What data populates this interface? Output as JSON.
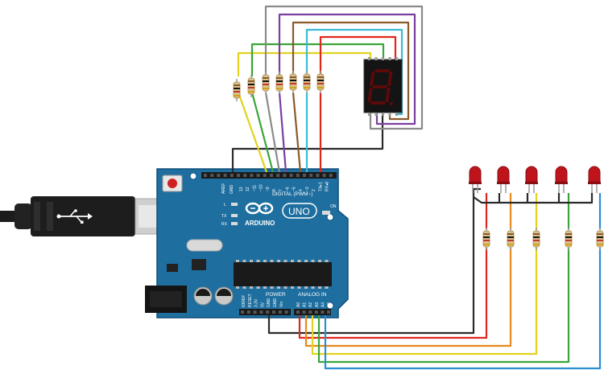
{
  "board": {
    "brand": "ARDUINO",
    "model": "UNO",
    "digital_header_label": "DIGITAL (PWM~)",
    "power_label": "POWER",
    "analog_label": "ANALOG IN",
    "on_label": "ON",
    "l_label": "L",
    "tx_label": "TX",
    "rx_label": "RX",
    "aref_label": "AREF",
    "gnd_label": "GND",
    "digital_pins": [
      "13",
      "12",
      "~11",
      "~10",
      "~9",
      "8",
      "7",
      "~6",
      "~5",
      "4",
      "~3",
      "2",
      "TX▸1",
      "RX◂0"
    ],
    "power_pins": [
      "IOREF",
      "RESET",
      "3.3V",
      "5V",
      "GND",
      "GND",
      "Vin"
    ],
    "analog_pins": [
      "A0",
      "A1",
      "A2",
      "A3",
      "A4",
      "A5"
    ]
  },
  "display": {
    "digit_shown": "8"
  },
  "colors": {
    "board": "#1e6fa0",
    "board_edge": "#0f4f78",
    "header": "#1a1a1a",
    "resistor_body": "#d9c28f",
    "led": "#c0141c",
    "wire_red": "#e0261c",
    "wire_cyan": "#39bcd6",
    "wire_orange": "#e8891c",
    "wire_brown": "#8a5a2b",
    "wire_purple": "#7a3fa0",
    "wire_gray": "#8a8a8a",
    "wire_green": "#3aa53a",
    "wire_yellow": "#e2d21c",
    "wire_black": "#2a2a2a",
    "wire_blue": "#2a8fd0"
  },
  "icons": [
    "usb-plug-icon",
    "arduino-infinity-logo-icon",
    "reset-button-icon"
  ]
}
